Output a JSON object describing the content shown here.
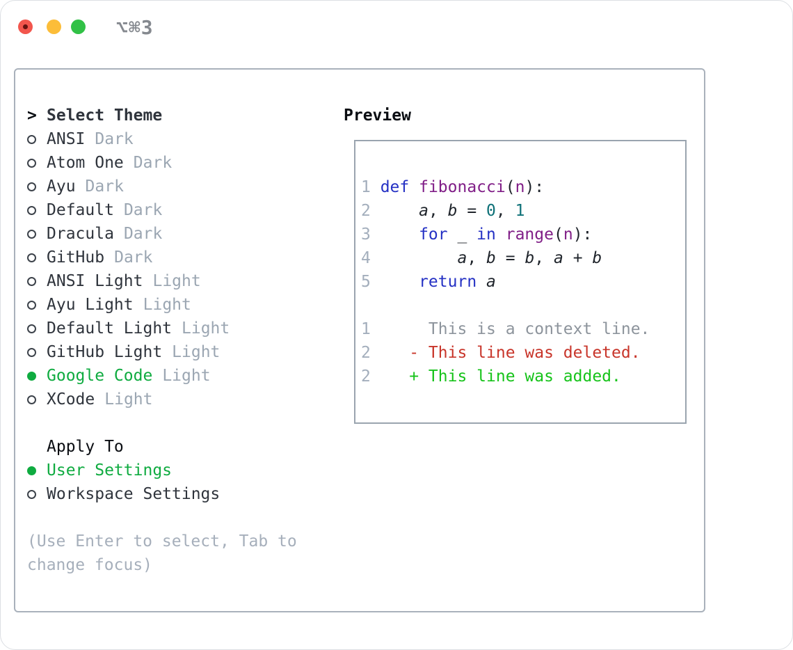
{
  "window": {
    "title": "⌥⌘3",
    "traffic_lights": [
      "close",
      "minimize",
      "zoom"
    ]
  },
  "colors": {
    "tl_red": "#f2564d",
    "tl_red_dot": "#651310",
    "tl_yellow": "#fcbd39",
    "tl_green": "#31c146",
    "title_gray": "#85898f",
    "frame_border": "#a9b1bb",
    "preview_border": "#9aa4af",
    "header_text": "#0a0d12",
    "item_text": "#2f343c",
    "suffix_gray": "#9ba6b2",
    "help_gray": "#a6afbb",
    "radio_stroke": "#3c424a",
    "select_green": "#0fab40",
    "line_number": "#a3aebc",
    "code_plain": "#1f242b",
    "kw_blue": "#2531c4",
    "fn_purple": "#801e87",
    "lit_teal": "#0d7077",
    "ctx_gray": "#8d949c",
    "del_red": "#c8352a",
    "add_green": "#16c31a"
  },
  "theme_pane": {
    "header_marker": ">",
    "header_label": "Select Theme",
    "items": [
      {
        "name": "ANSI",
        "variant": "Dark",
        "selected": false
      },
      {
        "name": "Atom One",
        "variant": "Dark",
        "selected": false
      },
      {
        "name": "Ayu",
        "variant": "Dark",
        "selected": false
      },
      {
        "name": "Default",
        "variant": "Dark",
        "selected": false
      },
      {
        "name": "Dracula",
        "variant": "Dark",
        "selected": false
      },
      {
        "name": "GitHub",
        "variant": "Dark",
        "selected": false
      },
      {
        "name": "ANSI Light",
        "variant": "Light",
        "selected": false
      },
      {
        "name": "Ayu Light",
        "variant": "Light",
        "selected": false
      },
      {
        "name": "Default Light",
        "variant": "Light",
        "selected": false
      },
      {
        "name": "GitHub Light",
        "variant": "Light",
        "selected": false
      },
      {
        "name": "Google Code",
        "variant": "Light",
        "selected": true
      },
      {
        "name": "XCode",
        "variant": "Light",
        "selected": false
      }
    ],
    "apply_header": "Apply To",
    "apply_options": [
      {
        "name": "User Settings",
        "selected": true
      },
      {
        "name": "Workspace Settings",
        "selected": false
      }
    ],
    "help_text": "(Use Enter to select, Tab to change focus)"
  },
  "preview": {
    "title": "Preview",
    "code_lines": [
      {
        "num": "1",
        "tokens": [
          [
            "kw",
            "def"
          ],
          [
            "pl",
            " "
          ],
          [
            "fn",
            "fibonacci"
          ],
          [
            "pl",
            "("
          ],
          [
            "fn",
            "n"
          ],
          [
            "pl",
            "):"
          ]
        ]
      },
      {
        "num": "2",
        "tokens": [
          [
            "pl",
            "    "
          ],
          [
            "var",
            "a"
          ],
          [
            "pl",
            ", "
          ],
          [
            "var",
            "b"
          ],
          [
            "pl",
            " = "
          ],
          [
            "lit",
            "0"
          ],
          [
            "pl",
            ", "
          ],
          [
            "lit",
            "1"
          ]
        ]
      },
      {
        "num": "3",
        "tokens": [
          [
            "pl",
            "    "
          ],
          [
            "kw",
            "for"
          ],
          [
            "pl",
            " _ "
          ],
          [
            "kw",
            "in"
          ],
          [
            "pl",
            " "
          ],
          [
            "fn",
            "range"
          ],
          [
            "pl",
            "("
          ],
          [
            "fn",
            "n"
          ],
          [
            "pl",
            "):"
          ]
        ]
      },
      {
        "num": "4",
        "tokens": [
          [
            "pl",
            "        "
          ],
          [
            "var",
            "a"
          ],
          [
            "pl",
            ", "
          ],
          [
            "var",
            "b"
          ],
          [
            "pl",
            " = "
          ],
          [
            "var",
            "b"
          ],
          [
            "pl",
            ", "
          ],
          [
            "var",
            "a"
          ],
          [
            "pl",
            " + "
          ],
          [
            "var",
            "b"
          ]
        ]
      },
      {
        "num": "5",
        "tokens": [
          [
            "pl",
            "    "
          ],
          [
            "kw",
            "return"
          ],
          [
            "pl",
            " "
          ],
          [
            "var",
            "a"
          ]
        ]
      }
    ],
    "diff_lines": [
      {
        "num": "1",
        "kind": "context",
        "text": "     This is a context line."
      },
      {
        "num": "2",
        "kind": "deleted",
        "text": "   - This line was deleted."
      },
      {
        "num": "2",
        "kind": "added",
        "text": "   + This line was added."
      }
    ]
  }
}
